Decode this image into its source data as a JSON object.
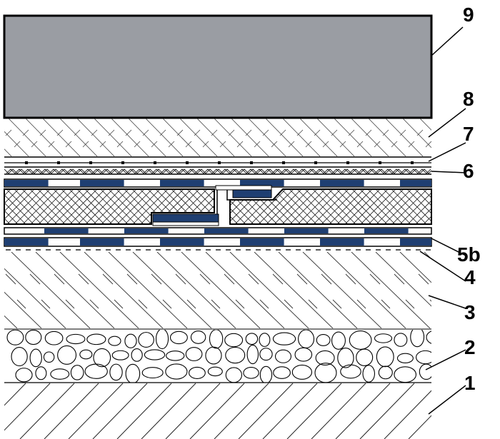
{
  "diagram": {
    "colors": {
      "concrete": "#9a9da3",
      "membrane": "#1f3f72",
      "line": "#000000",
      "background": "#ffffff"
    },
    "layers": [
      {
        "id": "1",
        "label": "1"
      },
      {
        "id": "2",
        "label": "2"
      },
      {
        "id": "3",
        "label": "3"
      },
      {
        "id": "4",
        "label": "4"
      },
      {
        "id": "5b",
        "label": "5b"
      },
      {
        "id": "6",
        "label": "6"
      },
      {
        "id": "7",
        "label": "7"
      },
      {
        "id": "8",
        "label": "8"
      },
      {
        "id": "9",
        "label": "9"
      }
    ]
  }
}
